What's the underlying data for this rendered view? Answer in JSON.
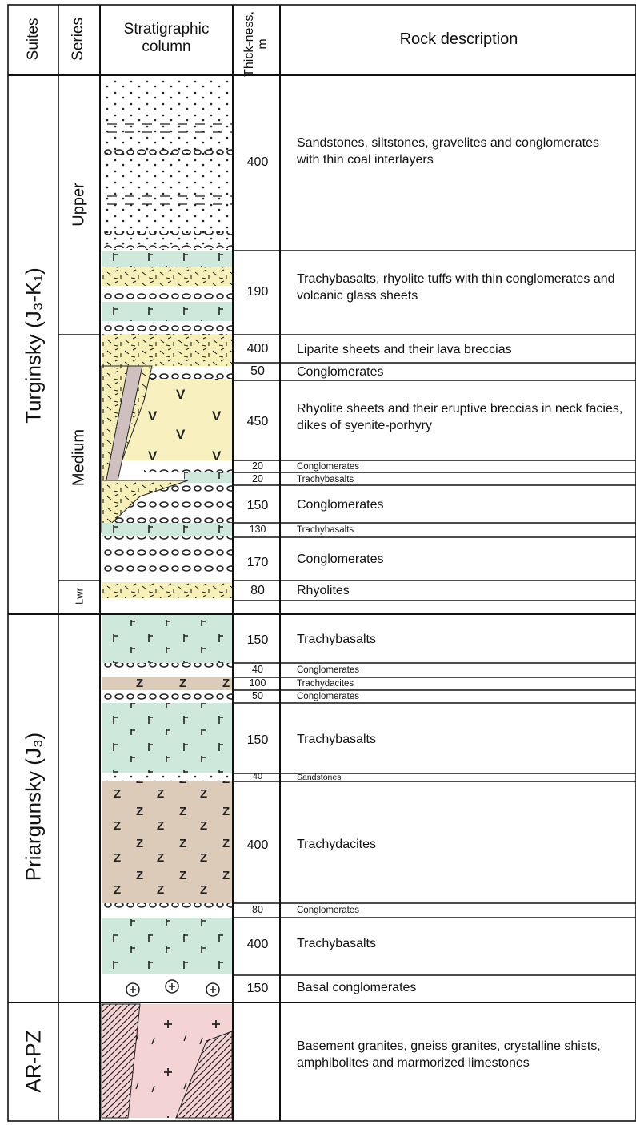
{
  "headers": {
    "suites": "Suites",
    "series": "Series",
    "column": "Stratigraphic column",
    "thickness": "Thick-ness, m",
    "description": "Rock description"
  },
  "suites": {
    "turginsky": "Turginsky (J₃-K₁)",
    "priargunsky": "Priargunsky (J₃)",
    "basement": "AR-PZ"
  },
  "series": {
    "upper": "Upper",
    "medium": "Medium",
    "lower": "Lwr"
  },
  "layers": [
    {
      "thickness": "400",
      "description": "Sandstones, siltstones, gravelites and conglomerates with thin coal interlayers"
    },
    {
      "thickness": "190",
      "description": "Trachybasalts, rhyolite tuffs with thin conglomerates and volcanic glass sheets"
    },
    {
      "thickness": "400",
      "description": "Liparite sheets and their lava breccias"
    },
    {
      "thickness": "50",
      "description": "Conglomerates"
    },
    {
      "thickness": "450",
      "description": "Rhyolite sheets and their eruptive breccias in neck facies, dikes of syenite-porhyry"
    },
    {
      "thickness": "20",
      "description": "Conglomerates"
    },
    {
      "thickness": "20",
      "description": "Trachybasalts"
    },
    {
      "thickness": "150",
      "description": "Conglomerates"
    },
    {
      "thickness": "130",
      "description": "Trachybasalts"
    },
    {
      "thickness": "170",
      "description": "Conglomerates"
    },
    {
      "thickness": "80",
      "description": "Rhyolites"
    },
    {
      "thickness": "150",
      "description": "Trachybasalts"
    },
    {
      "thickness": "40",
      "description": "Conglomerates"
    },
    {
      "thickness": "100",
      "description": "Trachydacites"
    },
    {
      "thickness": "50",
      "description": "Conglomerates"
    },
    {
      "thickness": "150",
      "description": "Trachybasalts"
    },
    {
      "thickness": "40",
      "description": "Sandstones"
    },
    {
      "thickness": "400",
      "description": "Trachydacites"
    },
    {
      "thickness": "80",
      "description": "Conglomerates"
    },
    {
      "thickness": "400",
      "description": "Trachybasalts"
    },
    {
      "thickness": "150",
      "description": "Basal conglomerates"
    },
    {
      "thickness": "",
      "description": "Basement granites, gneiss granites, crystalline shists, amphibolites and marmorized limestones"
    }
  ],
  "colors": {
    "basalt": "#cfe8dc",
    "tuff": "#f6efb8",
    "dacite": "#dccbb8",
    "granite": "#f4d3d5",
    "line": "#111111"
  }
}
